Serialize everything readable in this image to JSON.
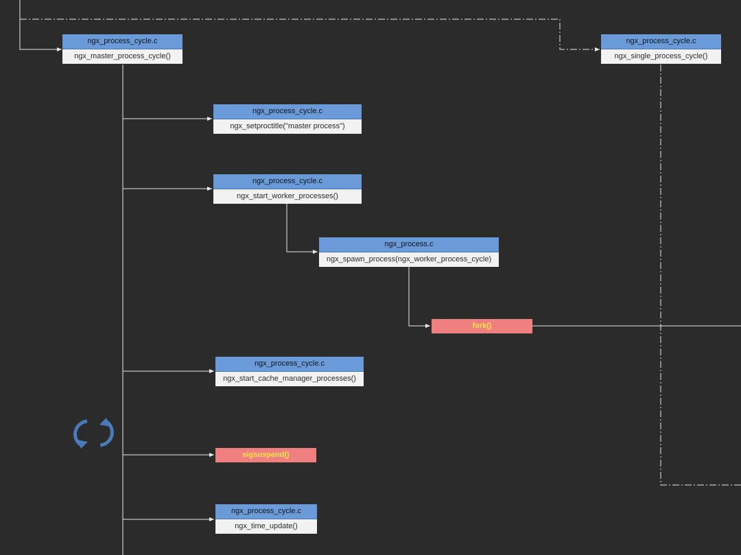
{
  "colors": {
    "background": "#2b2b2b",
    "header_fill": "#6a9bd8",
    "body_fill": "#f2f2f2",
    "highlight_fill": "#f08080",
    "highlight_text": "#ffe24a",
    "connector": "#e8e8e8",
    "cycle_icon": "#4a7ab8"
  },
  "nodes": {
    "master_cycle": {
      "file": "ngx_process_cycle.c",
      "func": "ngx_master_process_cycle()"
    },
    "single_cycle": {
      "file": "ngx_process_cycle.c",
      "func": "ngx_single_process_cycle()"
    },
    "setproctitle": {
      "file": "ngx_process_cycle.c",
      "func": "ngx_setproctitle(\"master process\")"
    },
    "start_workers": {
      "file": "ngx_process_cycle.c",
      "func": "ngx_start_worker_processes()"
    },
    "spawn_process": {
      "file": "ngx_process.c",
      "func": "ngx_spawn_process(ngx_worker_process_cycle)"
    },
    "fork": {
      "label": "fork()"
    },
    "cache_manager": {
      "file": "ngx_process_cycle.c",
      "func": "ngx_start_cache_manager_processes()"
    },
    "sigsuspend": {
      "label": "sigsuspend()"
    },
    "time_update": {
      "file": "ngx_process_cycle.c",
      "func": "ngx_time_update()"
    }
  },
  "icons": {
    "loop": "refresh-cycle-icon"
  }
}
